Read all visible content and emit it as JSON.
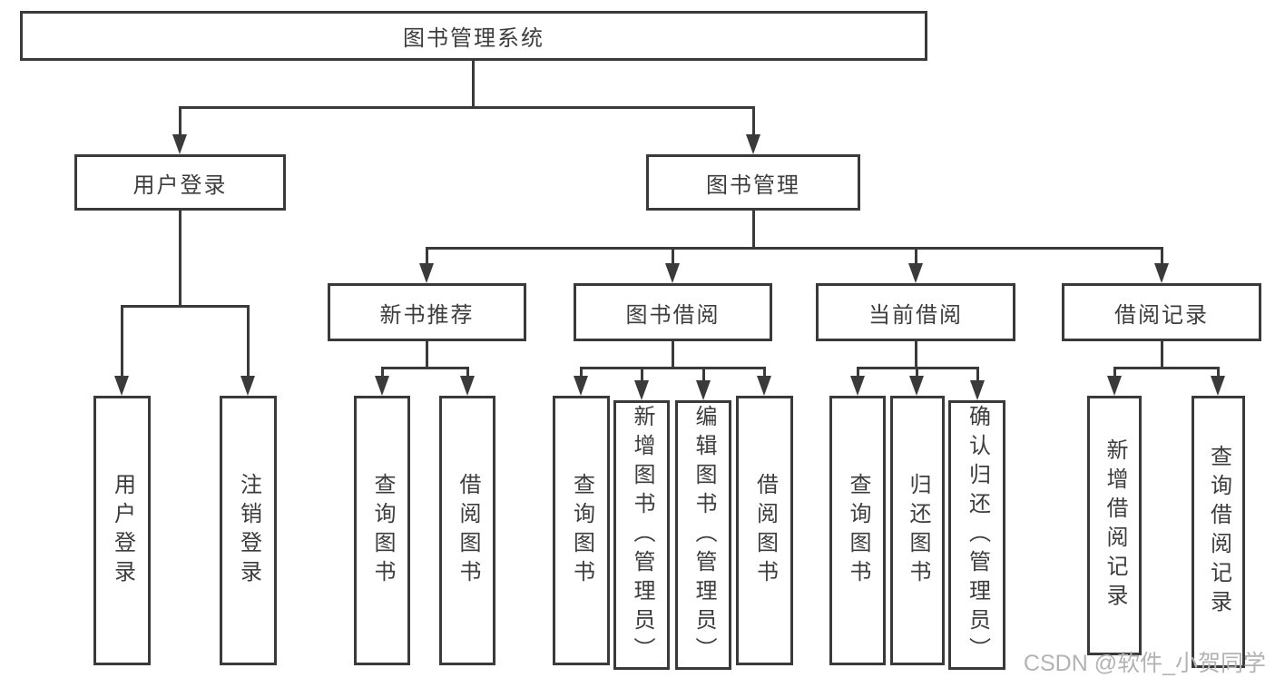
{
  "diagram": {
    "root": {
      "label": "图书管理系统"
    },
    "level2": [
      {
        "label": "用户登录"
      },
      {
        "label": "图书管理"
      }
    ],
    "level3": [
      {
        "label": "新书推荐",
        "parent": "图书管理"
      },
      {
        "label": "图书借阅",
        "parent": "图书管理"
      },
      {
        "label": "当前借阅",
        "parent": "图书管理"
      },
      {
        "label": "借阅记录",
        "parent": "图书管理"
      }
    ],
    "leaves": [
      {
        "label": "用户登录",
        "parent": "用户登录"
      },
      {
        "label": "注销登录",
        "parent": "用户登录"
      },
      {
        "label": "查询图书",
        "parent": "新书推荐"
      },
      {
        "label": "借阅图书",
        "parent": "新书推荐"
      },
      {
        "label": "查询图书",
        "parent": "图书借阅"
      },
      {
        "label": "新增图书（管理员）",
        "parent": "图书借阅"
      },
      {
        "label": "编辑图书（管理员）",
        "parent": "图书借阅"
      },
      {
        "label": "借阅图书",
        "parent": "图书借阅"
      },
      {
        "label": "查询图书",
        "parent": "当前借阅"
      },
      {
        "label": "归还图书",
        "parent": "当前借阅"
      },
      {
        "label": "确认归还（管理员）",
        "parent": "当前借阅"
      },
      {
        "label": "新增借阅记录",
        "parent": "借阅记录"
      },
      {
        "label": "查询借阅记录",
        "parent": "借阅记录"
      }
    ]
  },
  "watermark": {
    "text": "CSDN @软件_小贺同学"
  },
  "colors": {
    "line": "#3a3a3a",
    "text": "#3d3d3d",
    "watermark": "#b3b3b3",
    "background": "#ffffff"
  }
}
